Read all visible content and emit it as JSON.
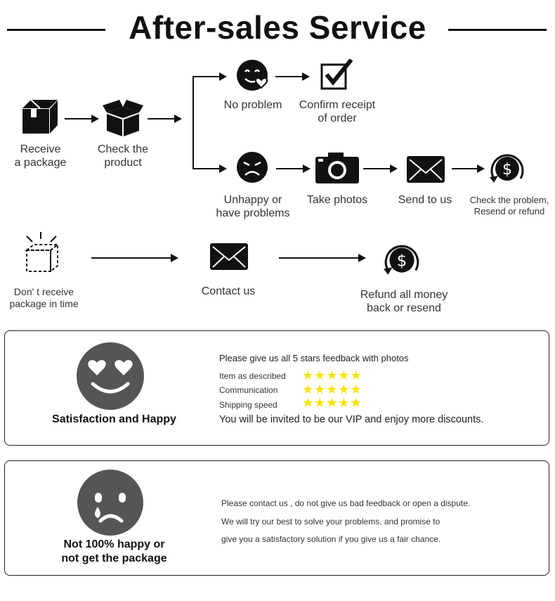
{
  "title": "After-sales Service",
  "flow": {
    "receive": "Receive\na package",
    "check": "Check the\nproduct",
    "no_problem": "No problem",
    "confirm": "Confirm receipt\nof order",
    "unhappy": "Unhappy or\nhave problems",
    "take_photos": "Take photos",
    "send_to_us": "Send to us",
    "check_problem": "Check the problem,\nResend or refund",
    "dont_receive": "Don' t receive\npackage in time",
    "contact_us": "Contact us",
    "refund": "Refund all money\nback or resend"
  },
  "happy_box": {
    "heading": "Satisfaction and Happy",
    "intro": "Please give us all 5 stars feedback with photos",
    "ratings": [
      {
        "label": "Item as described",
        "stars": 5
      },
      {
        "label": "Communication",
        "stars": 5
      },
      {
        "label": "Shipping speed",
        "stars": 5
      }
    ],
    "vip": "You will be invited to be our VIP and enjoy more discounts."
  },
  "sad_box": {
    "heading": "Not 100% happy or\nnot get the package",
    "lines": [
      "Please contact us , do not give us bad feedback or open a dispute.",
      "We will try our best to solve your problems, and promise to",
      "give you a satisfactory solution if you give us a fair chance."
    ]
  },
  "colors": {
    "star": "#f5e400",
    "face": "#555555",
    "ink": "#111111"
  },
  "icons": [
    "package-icon",
    "open-box-icon",
    "love-face-icon",
    "checkbox-icon",
    "sad-face-icon",
    "camera-icon",
    "envelope-icon",
    "dollar-refund-icon",
    "dashed-box-icon"
  ]
}
